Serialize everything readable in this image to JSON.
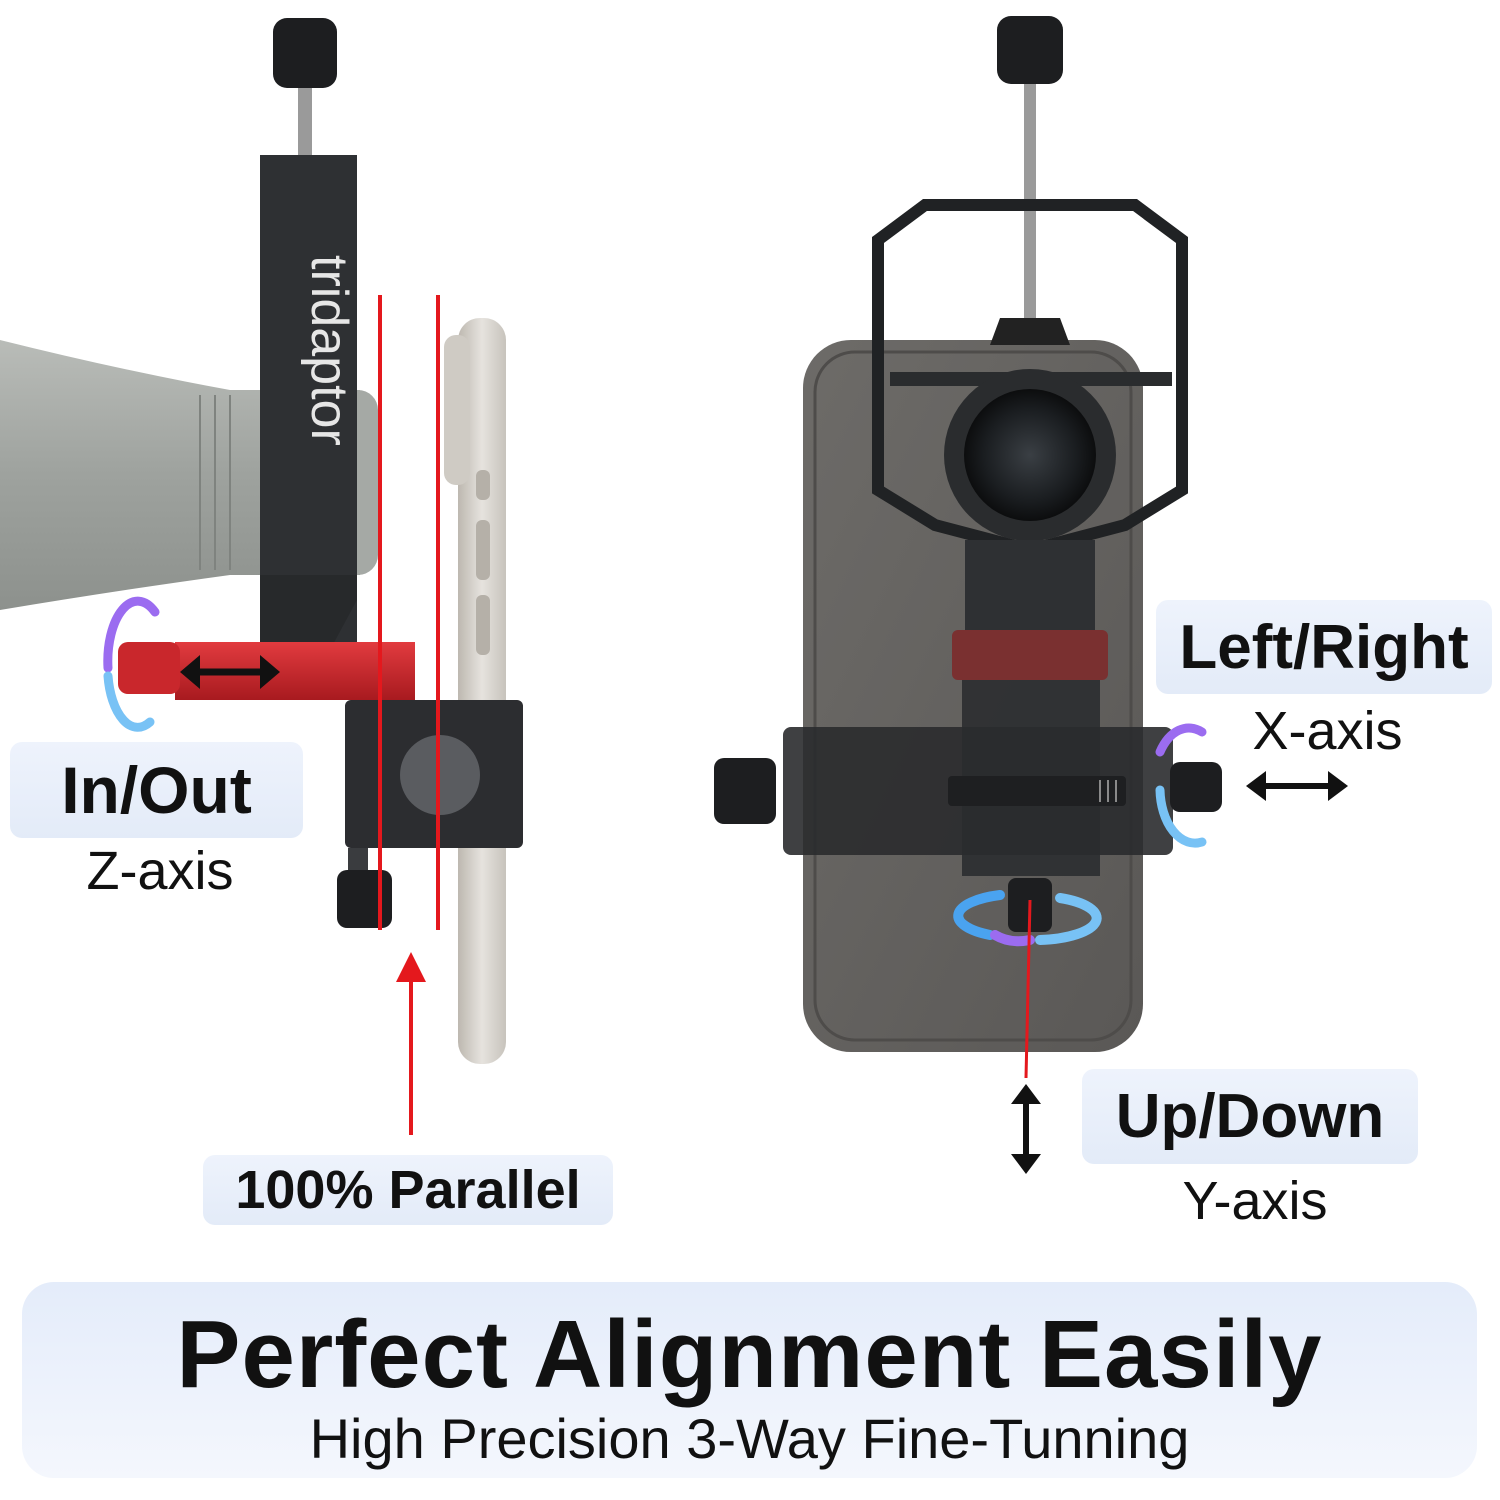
{
  "brand": {
    "logo_text": "tridaptor"
  },
  "labels": {
    "in_out": "In/Out",
    "z_axis": "Z-axis",
    "parallel": "100% Parallel",
    "left_right": "Left/Right",
    "x_axis": "X-axis",
    "up_down": "Up/Down",
    "y_axis": "Y-axis"
  },
  "banner": {
    "title": "Perfect Alignment Easily",
    "subtitle": "High Precision 3-Way Fine-Tunning"
  },
  "colors": {
    "accent_red": "#e4181d",
    "bracket_dark": "#2e3033",
    "knob_red": "#c9272c",
    "rotation_arrow_blue": "#4aa3f0",
    "rotation_arrow_purple": "#9b6cf0"
  },
  "icons": {
    "rotate": "rotate-arrow-icon",
    "double_arrow": "double-arrow-icon"
  }
}
